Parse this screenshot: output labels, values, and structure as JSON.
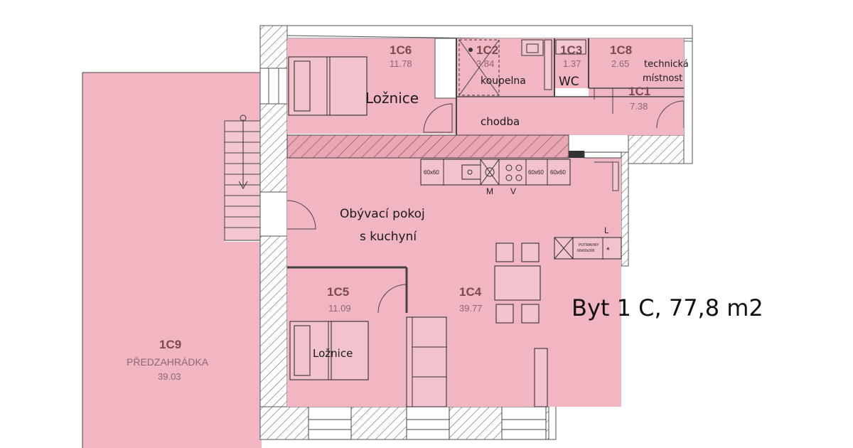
{
  "title": "Byt 1 C, 77,8 m2",
  "colors": {
    "room_fill": "#f1b6c2",
    "wall_hatch": "#555555",
    "text": "#1a1a1a",
    "code": "#7a4a52"
  },
  "rooms": {
    "c6": {
      "code": "1C6",
      "area": "11.78",
      "name": "Ložnice"
    },
    "c2": {
      "code": "1C2",
      "area": "3.84",
      "name": "koupelna"
    },
    "c3": {
      "code": "1C3",
      "area": "1.37",
      "name": "WC"
    },
    "c8": {
      "code": "1C8",
      "area": "2.65",
      "name_line1": "technická",
      "name_line2": "místnost"
    },
    "c1": {
      "code": "1C1",
      "area": "7.38",
      "name": "chodba"
    },
    "c4": {
      "code": "1C4",
      "area": "39.77",
      "name_line1": "Obývací pokoj",
      "name_line2": "s kuchyní"
    },
    "c5": {
      "code": "1C5",
      "area": "11.09",
      "name": "Ložnice"
    },
    "c9": {
      "code": "1C9",
      "area": "39.03",
      "name": "PŘEDZAHRÁDKA"
    }
  },
  "kitchen": {
    "unit_a": "60x60",
    "unit_b": "60x60",
    "unit_c": "60x60",
    "dishwasher": "M",
    "cooker": "V",
    "pantry_line1": "POTRAVINY",
    "pantry_line2": "60x60x200",
    "mark_l": "L"
  }
}
